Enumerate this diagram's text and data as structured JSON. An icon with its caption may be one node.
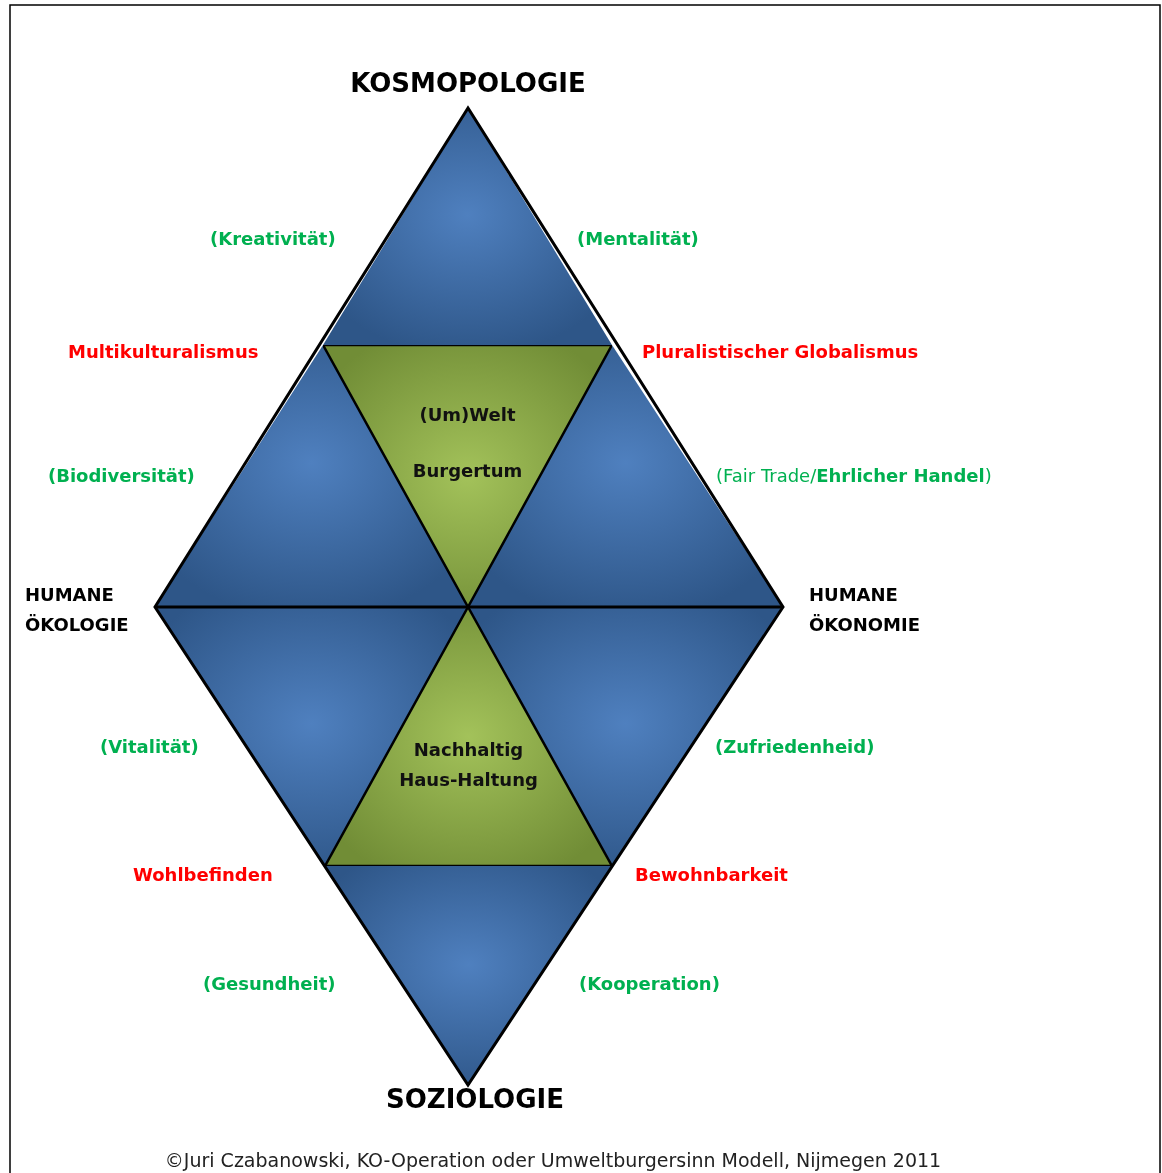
{
  "diagram": {
    "caption": "©Juri Czabanowski, KO-Operation oder Umweltburgersinn Modell, Nijmegen 2011",
    "nodes": [
      {
        "text": [
          "(Um)Welt Burgertum"
        ]
      },
      {
        "text": [
          "Nachhaltig Haus-Haltung"
        ]
      }
    ],
    "labels": [
      "KOSMOPOLOGIE",
      "(Kreativität)",
      "(Mentalität)",
      "Multikulturalismus",
      "Pluralistischer Globalismus",
      "(Biodiversität)",
      "(Fair Trade/**Ehrlicher Handel**)",
      "HUMANE ÖKOLOGIE",
      "HUMANE ÖKONOMIE",
      "(Vitalität)",
      "(Zufriedenheid)",
      "Wohlbefinden",
      "Bewohnbarkeit",
      "(Gesundheit)",
      "(Kooperation)",
      "SOZIOLOGIE"
    ]
  }
}
